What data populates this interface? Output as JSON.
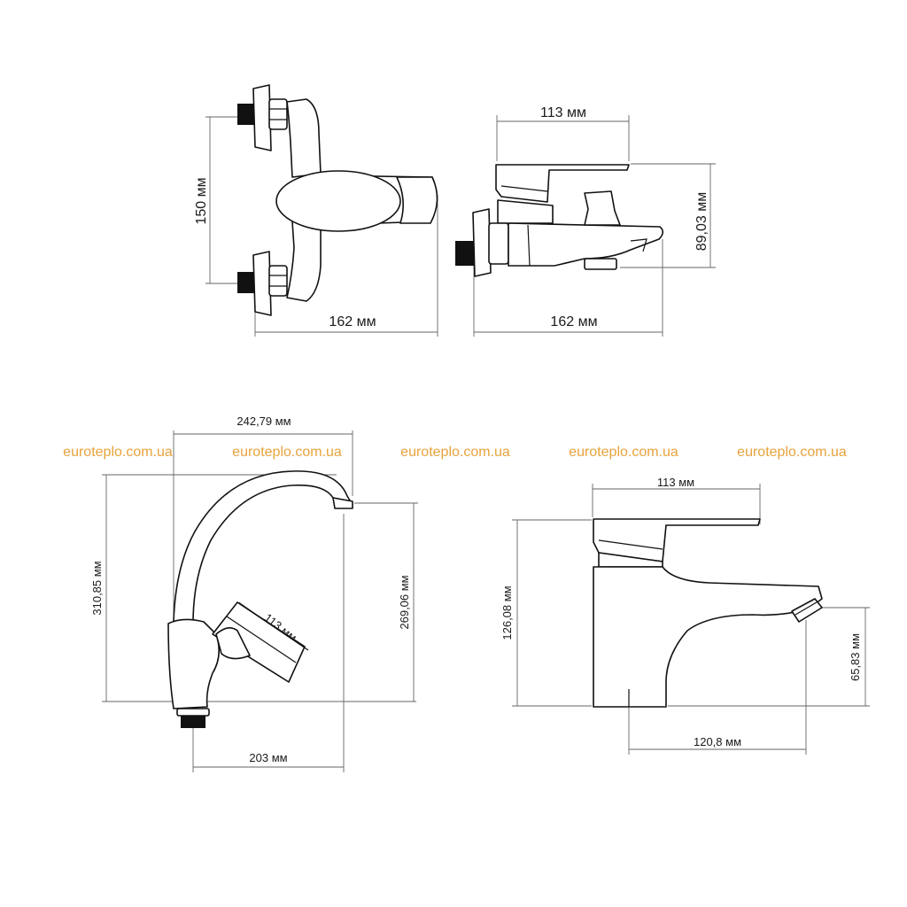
{
  "watermark": {
    "text": "euroteplo.com.ua",
    "color": "#e8a33c"
  },
  "views": {
    "wall_front": {
      "height_label": "150 мм",
      "width_label": "162 мм"
    },
    "wall_side": {
      "depth_label": "113 мм",
      "height_label": "89,03 мм",
      "width_label": "162 мм"
    },
    "sink_side": {
      "top_label": "242,79 мм",
      "left_height_label": "310,85 мм",
      "right_height_label": "269,06 мм",
      "lever_label": "113 мм",
      "bottom_label": "203 мм"
    },
    "basin_side": {
      "top_label": "113 мм",
      "left_height_label": "126,08 мм",
      "right_height_label": "65,83 мм",
      "bottom_label": "120,8 мм"
    }
  },
  "colors": {
    "line": "#111111",
    "dimension": "#666666",
    "text": "#1a1a1a"
  }
}
